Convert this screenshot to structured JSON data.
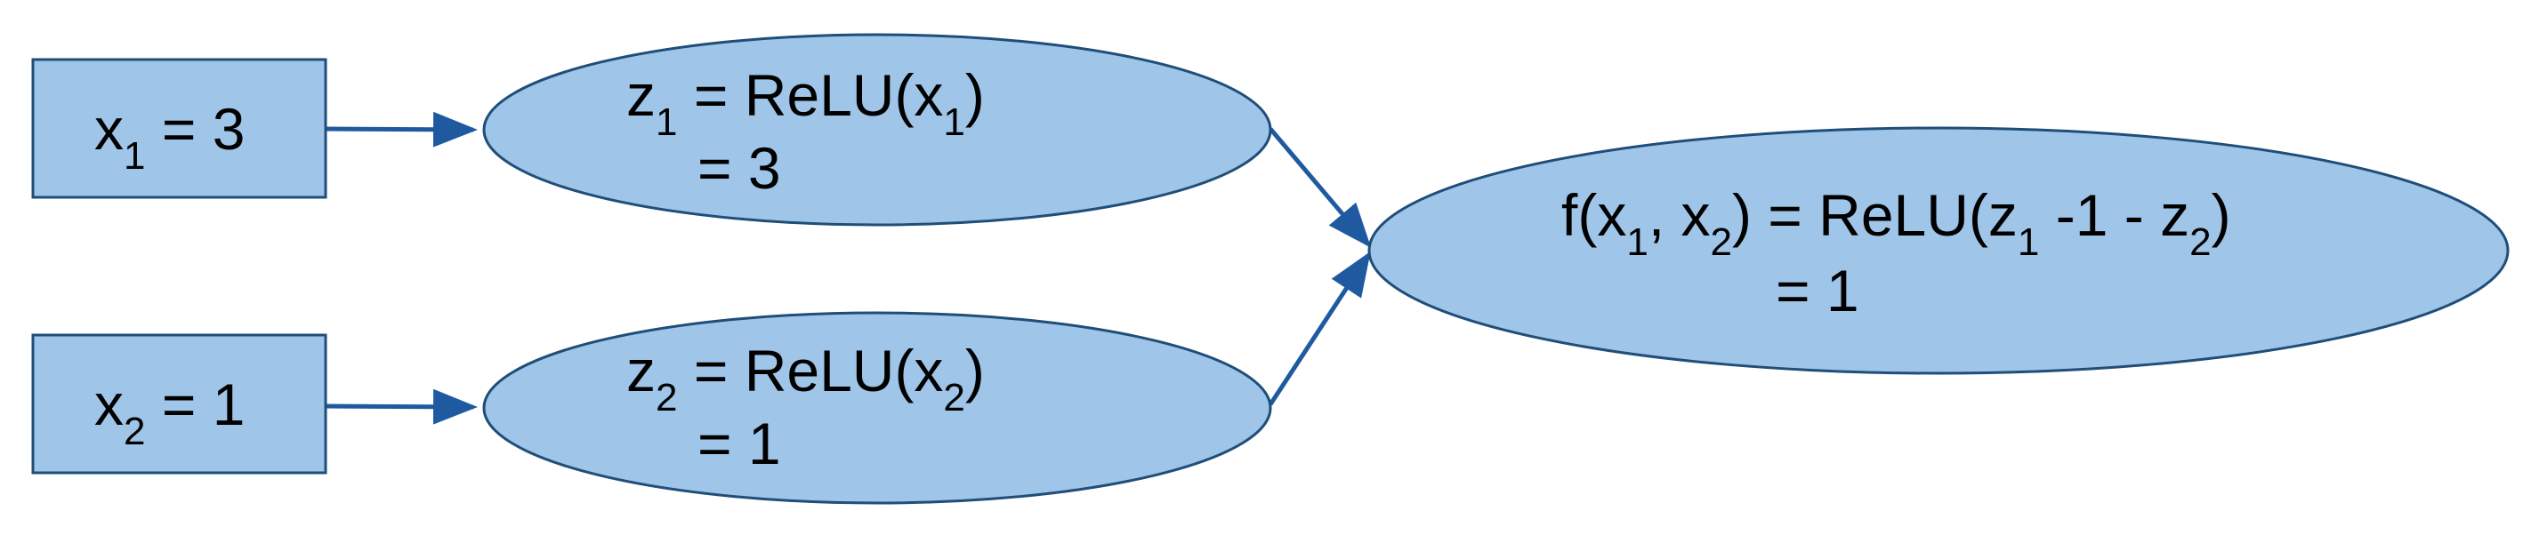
{
  "colors": {
    "node_fill": "#9fc5e8",
    "node_stroke": "#1f4e79",
    "edge": "#1f5aa0",
    "text": "#000000"
  },
  "nodes": {
    "x1": {
      "var": "x",
      "sub": "1",
      "rest": " = 3"
    },
    "x2": {
      "var": "x",
      "sub": "2",
      "rest": " = 1"
    },
    "z1": {
      "var": "z",
      "sub": "1",
      "mid": " = ReLU(x",
      "arg_sub": "1",
      "close": ")",
      "result": "= 3"
    },
    "z2": {
      "var": "z",
      "sub": "2",
      "mid": " = ReLU(x",
      "arg_sub": "2",
      "close": ")",
      "result": "= 1"
    },
    "f": {
      "p1": "f(x",
      "s1": "1",
      "p2": ", x",
      "s2": "2",
      "p3": ") = ReLU(z",
      "s3": "1",
      "p4": " -1 - z",
      "s4": "2",
      "p5": ")",
      "result": "= 1"
    }
  }
}
